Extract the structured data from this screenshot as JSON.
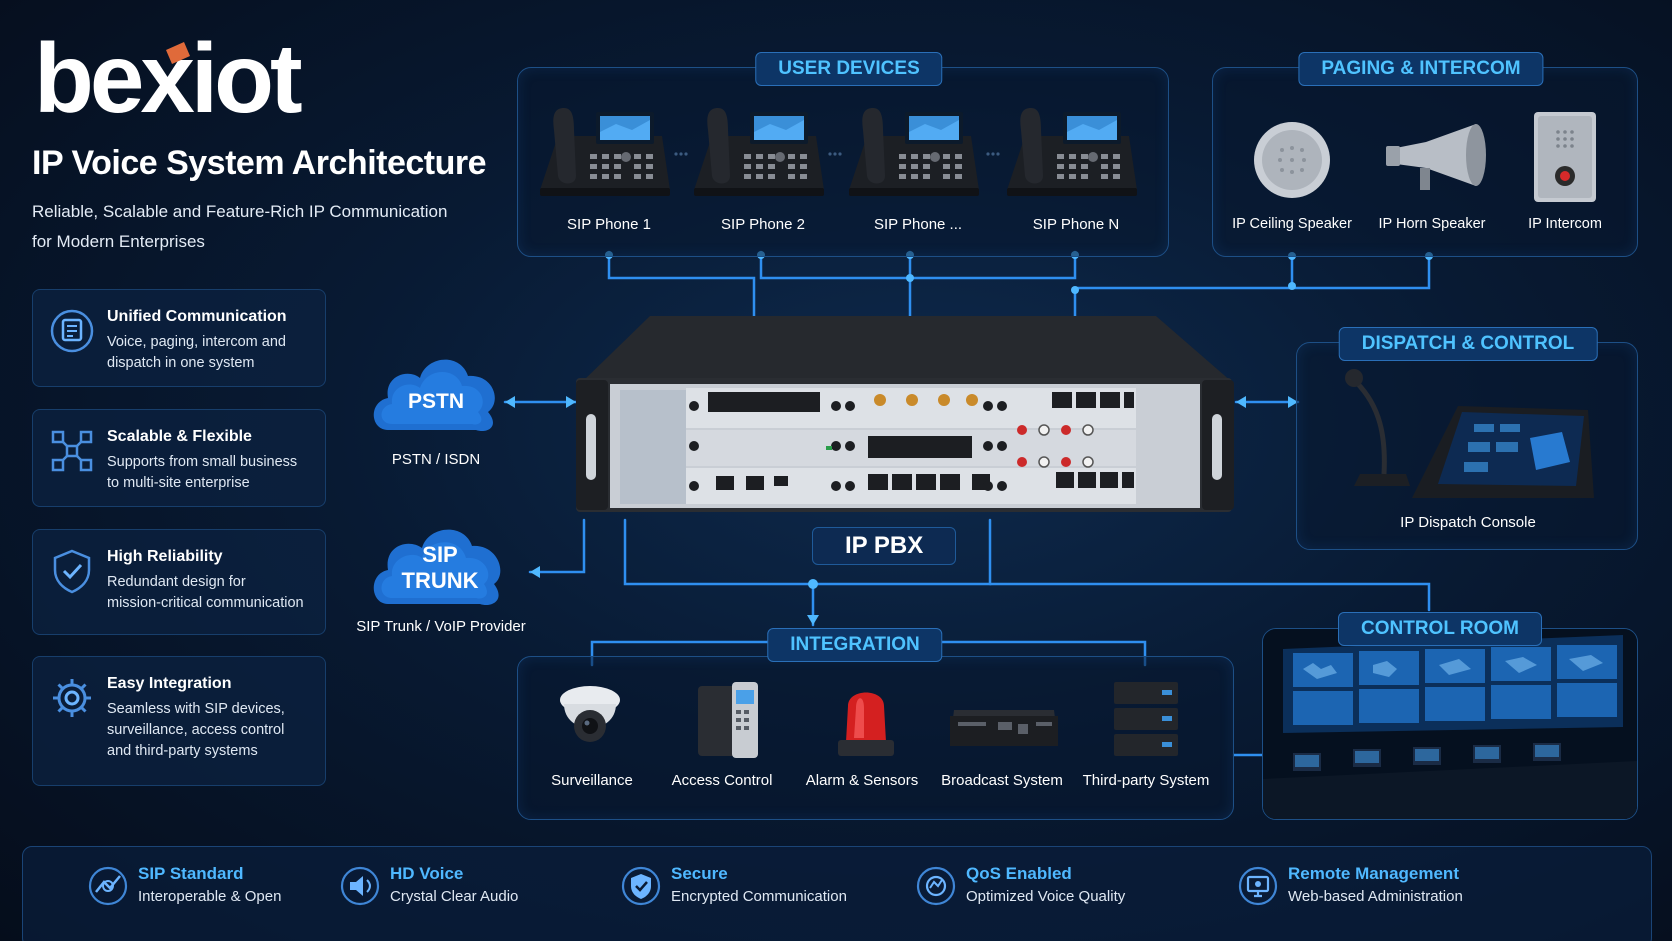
{
  "brand": {
    "logo": "bexiot"
  },
  "header": {
    "title": "IP Voice System Architecture",
    "subtitle_line1": "Reliable, Scalable and Feature-Rich IP Communication",
    "subtitle_line2": "for Modern Enterprises"
  },
  "features_left": [
    {
      "title": "Unified Communication",
      "line1": "Voice, paging, intercom and",
      "line2": "dispatch in one system",
      "icon": "chat-icon"
    },
    {
      "title": "Scalable & Flexible",
      "line1": "Supports from small business",
      "line2": "to multi-site enterprise",
      "icon": "network-icon"
    },
    {
      "title": "High Reliability",
      "line1": "Redundant design for",
      "line2": "mission-critical communication",
      "icon": "shield-check-icon"
    },
    {
      "title": "Easy Integration",
      "line1": "Seamless with SIP devices,",
      "line2": "surveillance, access control",
      "line3": "and third-party systems",
      "icon": "gear-icon"
    }
  ],
  "user_devices": {
    "title": "USER DEVICES",
    "items": [
      "SIP Phone 1",
      "SIP Phone 2",
      "SIP Phone ...",
      "SIP Phone N"
    ]
  },
  "paging": {
    "title": "PAGING & INTERCOM",
    "items": [
      "IP Ceiling Speaker",
      "IP Horn Speaker",
      "IP Intercom"
    ]
  },
  "dispatch": {
    "title": "DISPATCH & CONTROL",
    "item": "IP Dispatch Console"
  },
  "pstn": {
    "cloud": "PSTN",
    "label": "PSTN / ISDN"
  },
  "sip_trunk": {
    "cloud_line1": "SIP",
    "cloud_line2": "TRUNK",
    "label": "SIP Trunk / VoIP Provider"
  },
  "pbx": {
    "label": "IP PBX"
  },
  "integration": {
    "title": "INTEGRATION",
    "items": [
      "Surveillance",
      "Access Control",
      "Alarm & Sensors",
      "Broadcast System",
      "Third-party System"
    ]
  },
  "control_room": {
    "title": "CONTROL ROOM"
  },
  "features_bottom": [
    {
      "title": "SIP Standard",
      "desc": "Interoperable & Open",
      "icon": "sip-globe-icon"
    },
    {
      "title": "HD Voice",
      "desc": "Crystal Clear Audio",
      "icon": "speaker-icon"
    },
    {
      "title": "Secure",
      "desc": "Encrypted Communication",
      "icon": "shield-icon"
    },
    {
      "title": "QoS Enabled",
      "desc": "Optimized Voice Quality",
      "icon": "qos-icon"
    },
    {
      "title": "Remote Management",
      "desc": "Web-based Administration",
      "icon": "remote-monitor-icon"
    }
  ],
  "colors": {
    "accent": "#4fc3ff",
    "panel_border": "#1d4f86",
    "background": "#081a33"
  }
}
